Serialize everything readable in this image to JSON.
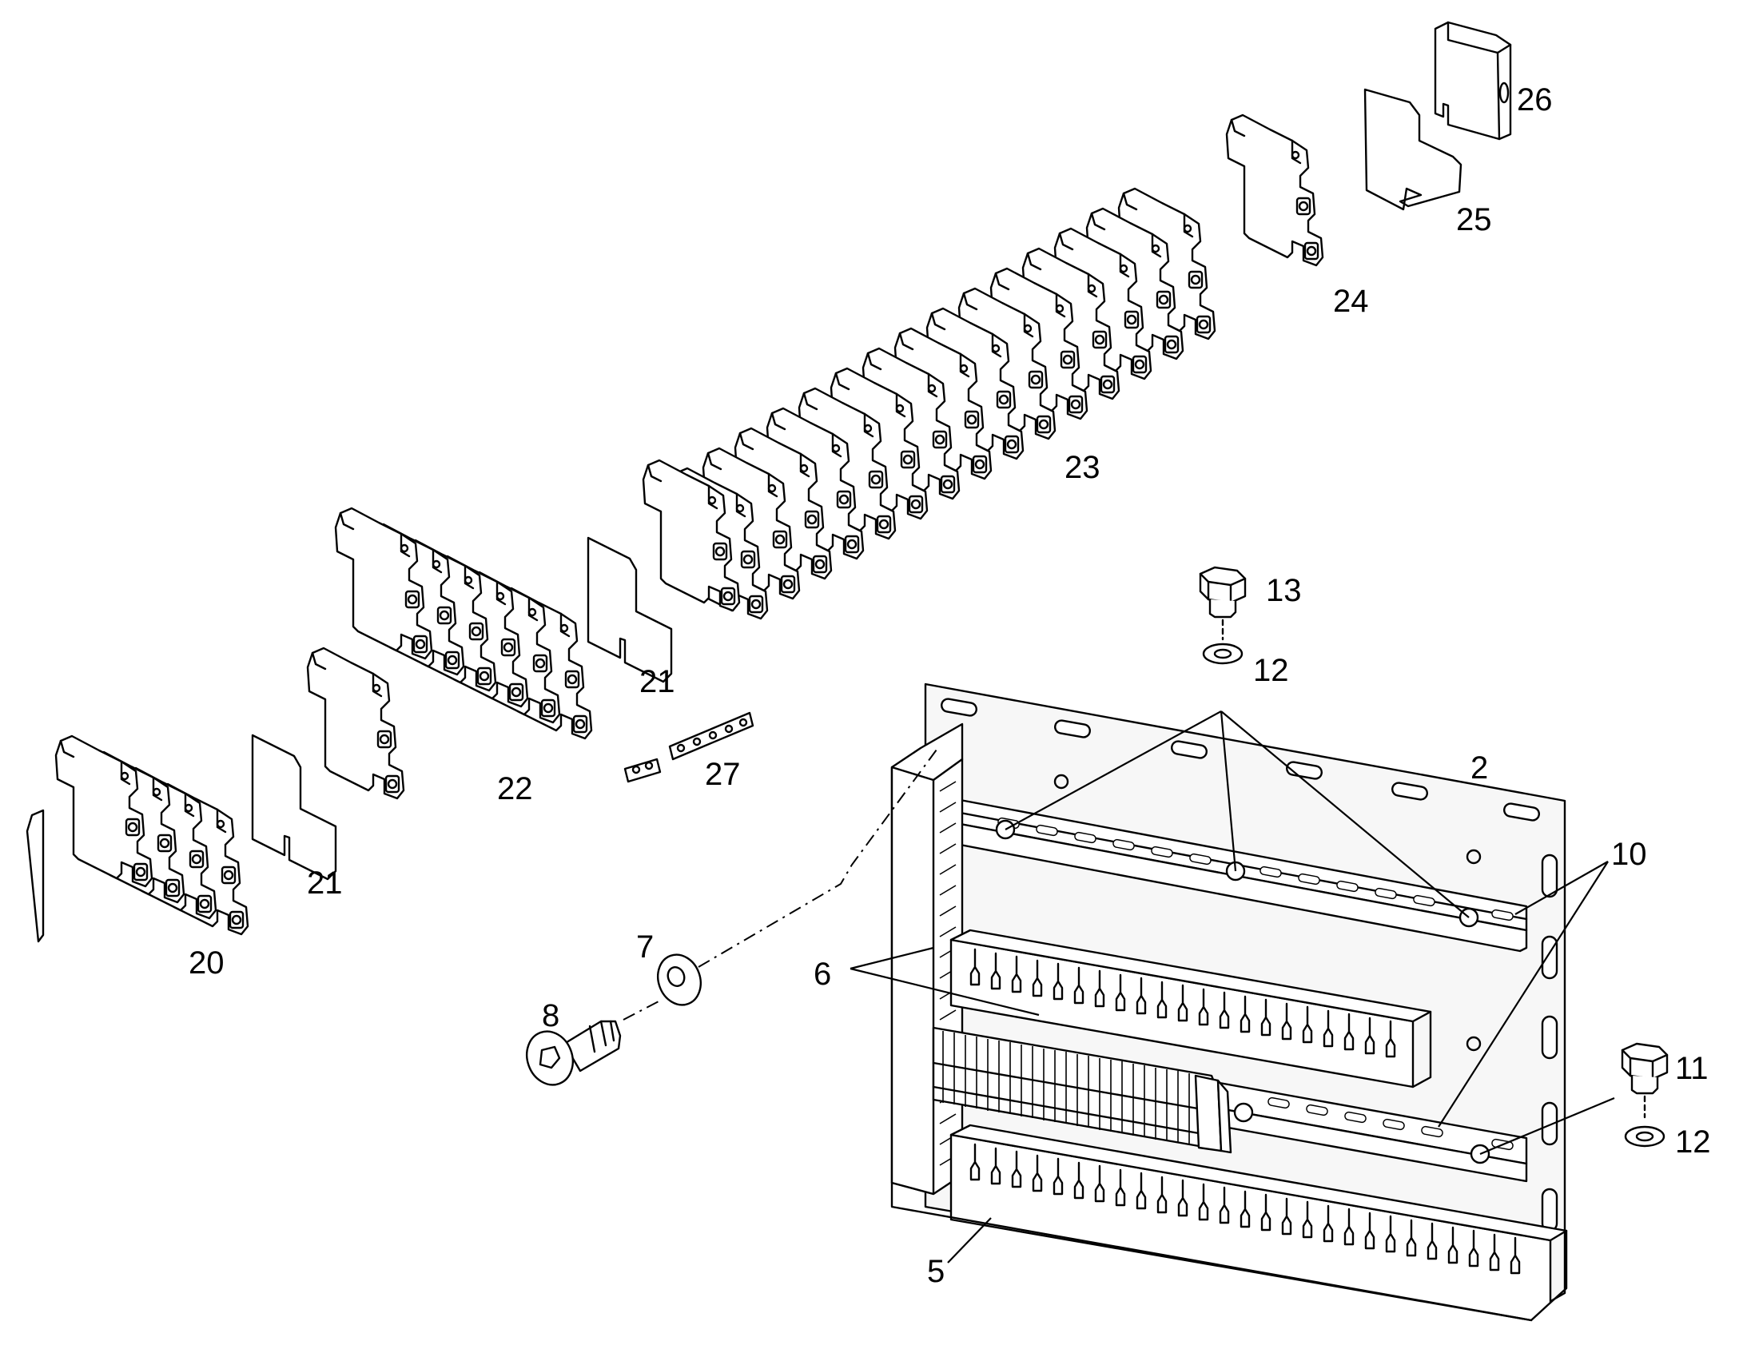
{
  "callouts": {
    "c2": "2",
    "c5": "5",
    "c6": "6",
    "c7": "7",
    "c8": "8",
    "c10": "10",
    "c11": "11",
    "c12a": "12",
    "c12b": "12",
    "c13": "13",
    "c20": "20",
    "c21a": "21",
    "c21b": "21",
    "c22": "22",
    "c23": "23",
    "c24": "24",
    "c25": "25",
    "c26": "26",
    "c27": "27"
  },
  "colors": {
    "line": "#000000",
    "background": "#ffffff"
  }
}
